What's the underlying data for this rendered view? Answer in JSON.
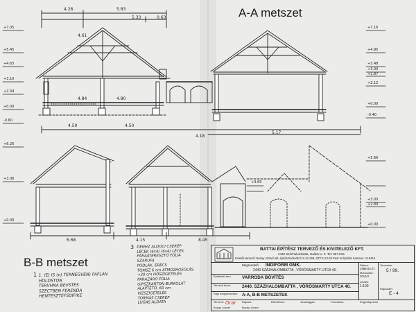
{
  "sections": {
    "aa_title": "A-A  metszet",
    "bb_title": "B-B  metszet"
  },
  "dims": {
    "top_total": "5.83",
    "top_left": "4.28",
    "top_mid": "5.33",
    "top_right": "0.63",
    "ridge": "4.61",
    "aa_inner": "4.84",
    "aa_inner2": "4.80",
    "aa_bottom_left": "4.50",
    "aa_bottom_mid": "4.50",
    "aa_bottom_right": "5.17",
    "mid_span": "4.18",
    "bb_bottom_left": "6.68",
    "bb_bottom_mid": "4.15",
    "bb_bottom_right": "8.45"
  },
  "levels_left": [
    "+7.05",
    "+5.45",
    "+4.63",
    "+3.10",
    "+2.34",
    "+0.00",
    "-0.60",
    "+6.26",
    "+3.06",
    "+0.00"
  ],
  "levels_right": [
    "+7.16",
    "+4.95",
    "+3.48",
    "+3.00",
    "+2.87",
    "+2.12",
    "+0.00",
    "-0.40",
    "+5.66",
    "+3.65",
    "+3.00",
    "+2.89",
    "+0.00"
  ],
  "notes": {
    "left_num": "1",
    "left_lines": [
      "1. (E) IS (n) TERNEGVEN) FAFLAN",
      "HOLDSTON",
      "TERVHNA BEVSTES",
      "SZECTBEN FERENDA",
      "HENTESZTEFSDIFIKE"
    ],
    "mid_num": "3",
    "mid_lines": [
      "DENHZ ALDOCI CSERÉP",
      "LÉCEK (6x4) (6x4) LÉCEK",
      "PÁRAÁTERESZTŐ FÓLIA",
      "SZARUFA",
      "PÓDLÁK, ERECS",
      "TOMSZ 6 cm ATMOZHOSOLÁS",
      "+30 cm HŐSZIGETELÉS",
      "PÁRAZÁRÓ FÓLIA",
      "GIPSZKARTON BURKOLAT",
      "ALAPTETŐ, 60 cm",
      "VÍZSZIGETELÉS",
      "TORMÁS CSERÉP",
      "LUGAS ALDATA"
    ]
  },
  "title_block": {
    "company": "BATTAI ÉPÍTÉSZ TERVEZŐ ÉS KIVITELEZŐ KFT.",
    "address": "2440 Százhalombatta, Halász u. 3. Tel: 357-016",
    "responsible": "Felelős tervező: Buzay József okl. építészmérnök É-2-13-199, SZT-2-13-03  Pest m Építész kamara: 13-0415",
    "client_label": "Megrendelő:",
    "client": "INDIFORM GMK.",
    "client_addr": "2440  SZÁZHALOMBATTA , VÖRÖSMARTY  UTCA 40.",
    "project_label": "Építtetési terv:",
    "project": "VARRODA BŐVÍTÉS",
    "location_label": "Tervező terve:",
    "location": "2440. SZÁZHALOMBATTA , VÖRÖSMARTY  UTCA 40.",
    "drawing_label": "Rajz megnevezése:",
    "drawing": "A-A, B-B  METSZETEK",
    "date_label": "Dátum:",
    "date": "1999.03.07.",
    "revision_label": "Módosítás:",
    "revision": "2014/2.",
    "scale_label": "Lépték:",
    "scale": "1:100",
    "sheet_label": "Tervszám:",
    "sheet": "5 / 99.",
    "number_label": "Rajzszám:",
    "number": "E - 4",
    "designer_label": "Tervező:",
    "designer": "Buzay József",
    "drawn_label": "Rajzoló:",
    "drawn": "Buzay József",
    "check_label": "Ellenőrizte:",
    "approve_label": "Jóváhagyta:",
    "format_label": "Formátum:",
    "format": "Engedélyezési",
    "signature": "Orar"
  }
}
